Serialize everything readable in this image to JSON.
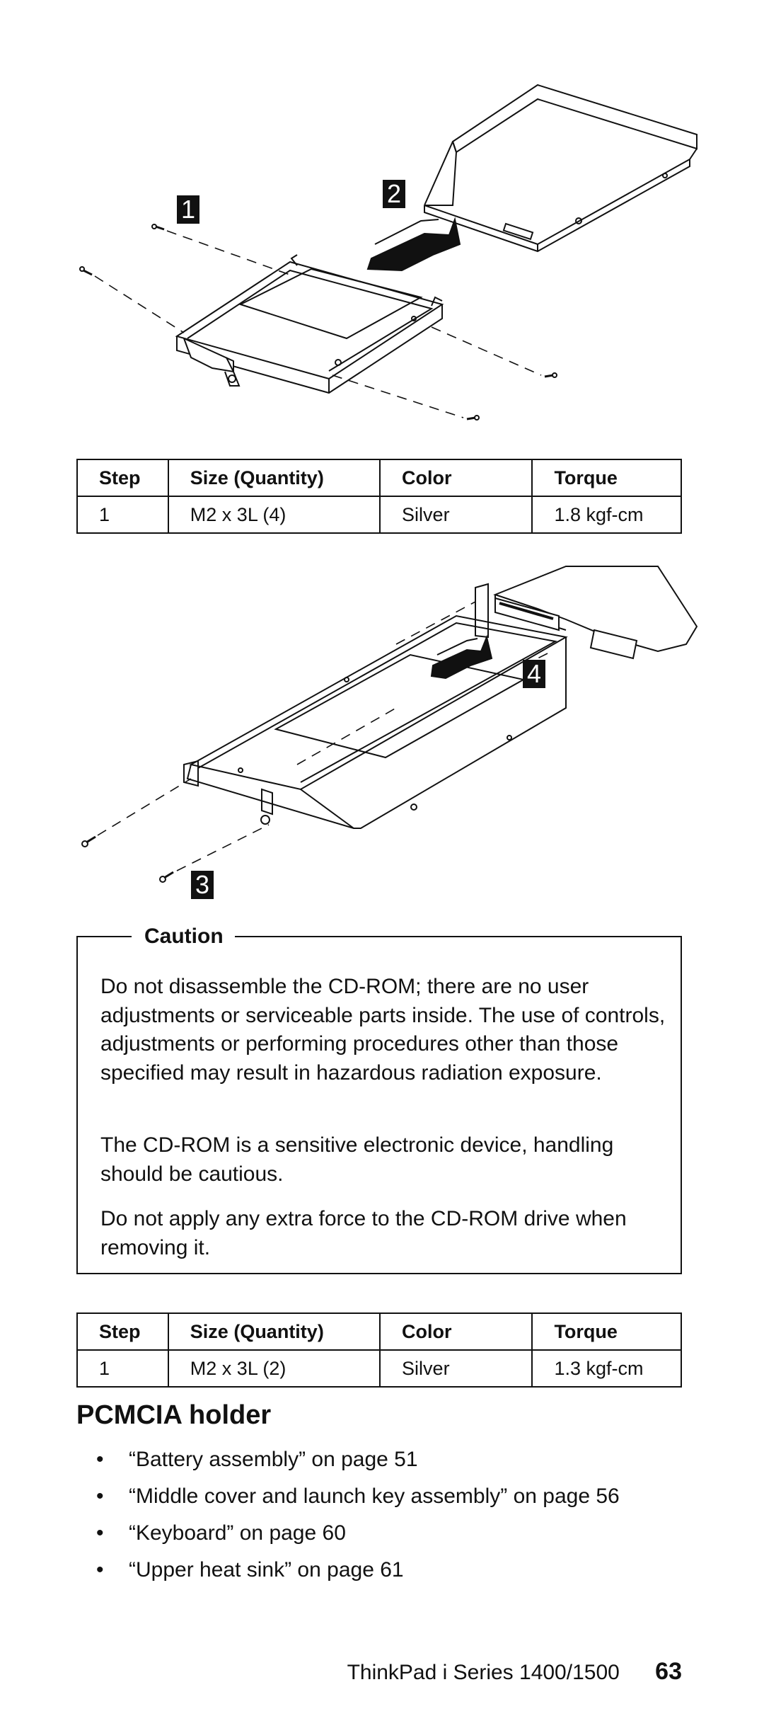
{
  "figure1": {
    "callouts": [
      "1",
      "2"
    ]
  },
  "table1": {
    "headers": [
      "Step",
      "Size (Quantity)",
      "Color",
      "Torque"
    ],
    "row": [
      "1",
      "M2 x 3L (4)",
      "Silver",
      "1.8 kgf-cm"
    ]
  },
  "figure2": {
    "callouts": [
      "4",
      "3"
    ]
  },
  "caution": {
    "title": "Caution",
    "p1": "Do not disassemble the CD-ROM; there are no user adjustments or serviceable parts inside. The use of controls, adjustments or performing procedures other than those specified may result in hazardous radiation exposure.",
    "p2": "The CD-ROM is a sensitive electronic device, handling should be cautious.",
    "p3": "Do not apply any extra force to the CD-ROM drive when removing it."
  },
  "table2": {
    "headers": [
      "Step",
      "Size (Quantity)",
      "Color",
      "Torque"
    ],
    "row": [
      "1",
      "M2 x 3L (2)",
      "Silver",
      "1.3 kgf-cm"
    ]
  },
  "section": {
    "title": "PCMCIA holder",
    "bullet_glyph": "•",
    "items": [
      "“Battery assembly” on page 51",
      "“Middle cover and launch key assembly” on page 56",
      "“Keyboard” on page 60",
      "“Upper heat sink” on page 61"
    ]
  },
  "footer": {
    "title": "ThinkPad i Series 1400/1500",
    "page": "63"
  }
}
